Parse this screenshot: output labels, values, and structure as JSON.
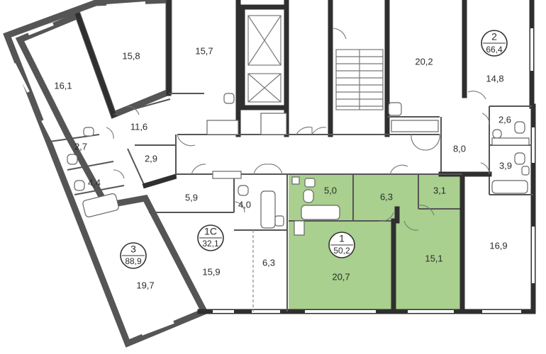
{
  "colors": {
    "highlight": "#a9d08e",
    "wall": "#555555",
    "thick_wall": "#2f2f2f",
    "background": "#ffffff"
  },
  "apartments": [
    {
      "id": "apt-1",
      "number": "1",
      "area": "50,2"
    },
    {
      "id": "apt-1c",
      "number": "1С",
      "area": "32,1"
    },
    {
      "id": "apt-2",
      "number": "2",
      "area": "66,4"
    },
    {
      "id": "apt-3",
      "number": "3",
      "area": "88,9"
    }
  ],
  "rooms": [
    {
      "id": "r-15-8",
      "label": "15,8"
    },
    {
      "id": "r-15-7",
      "label": "15,7"
    },
    {
      "id": "r-16-1",
      "label": "16,1"
    },
    {
      "id": "r-11-6",
      "label": "11,6"
    },
    {
      "id": "r-2-7",
      "label": "2,7"
    },
    {
      "id": "r-2-9",
      "label": "2,9"
    },
    {
      "id": "r-4-4",
      "label": "4,4"
    },
    {
      "id": "r-5-9",
      "label": "5,9"
    },
    {
      "id": "r-4-0",
      "label": "4,0"
    },
    {
      "id": "r-19-7",
      "label": "19,7"
    },
    {
      "id": "r-15-9",
      "label": "15,9"
    },
    {
      "id": "r-6-3-a",
      "label": "6,3"
    },
    {
      "id": "r-5-0",
      "label": "5,0"
    },
    {
      "id": "r-6-3-b",
      "label": "6,3"
    },
    {
      "id": "r-3-1",
      "label": "3,1"
    },
    {
      "id": "r-20-7",
      "label": "20,7"
    },
    {
      "id": "r-15-1",
      "label": "15,1"
    },
    {
      "id": "r-20-2",
      "label": "20,2"
    },
    {
      "id": "r-14-8",
      "label": "14,8"
    },
    {
      "id": "r-2-6",
      "label": "2,6"
    },
    {
      "id": "r-8-0",
      "label": "8,0"
    },
    {
      "id": "r-3-9",
      "label": "3,9"
    },
    {
      "id": "r-16-9",
      "label": "16,9"
    }
  ]
}
